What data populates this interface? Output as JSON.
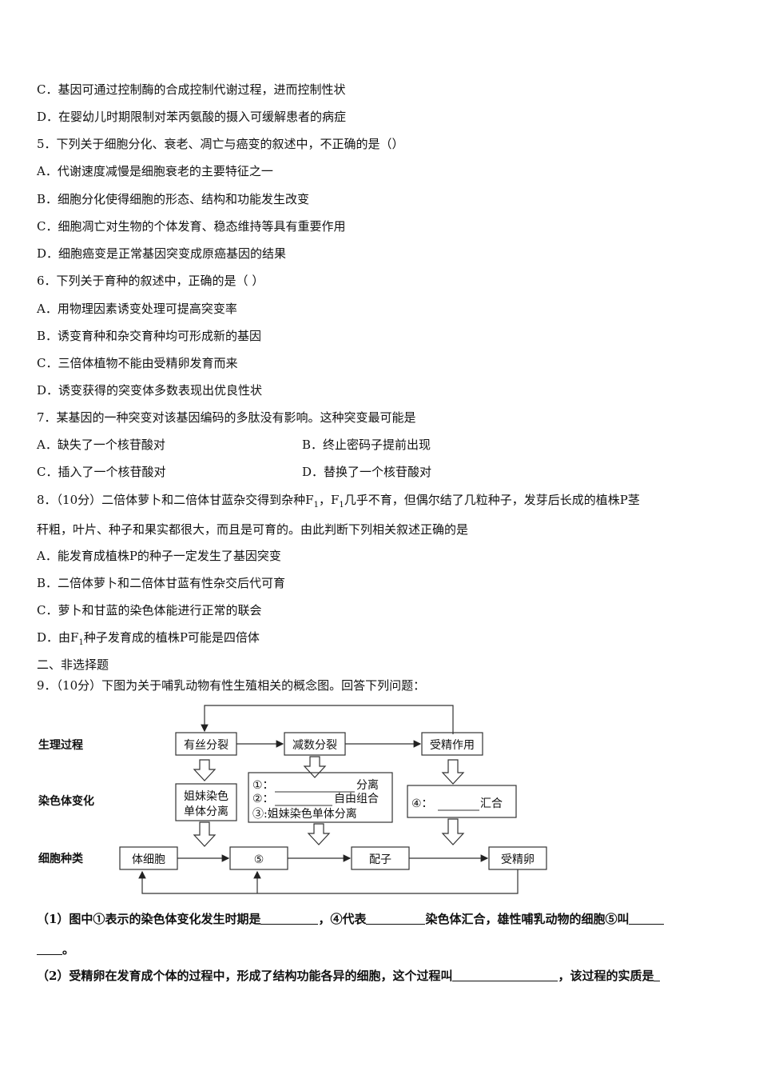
{
  "q4_tail": {
    "C": "C．基因可通过控制酶的合成控制代谢过程，进而控制性状",
    "D": "D．在婴幼儿时期限制对苯丙氨酸的摄入可缓解患者的病症"
  },
  "q5": {
    "stem": "5．下列关于细胞分化、衰老、凋亡与癌变的叙述中，不正确的是（）",
    "A": "A．代谢速度减慢是细胞衰老的主要特征之一",
    "B": "B．细胞分化使得细胞的形态、结构和功能发生改变",
    "C": "C．细胞凋亡对生物的个体发育、稳态维持等具有重要作用",
    "D": "D．细胞癌变是正常基因突变成原癌基因的结果"
  },
  "q6": {
    "stem": "6．下列关于育种的叙述中，正确的是（  ）",
    "A": "A．用物理因素诱变处理可提高突变率",
    "B": "B．诱变育种和杂交育种均可形成新的基因",
    "C": "C．三倍体植物不能由受精卵发育而来",
    "D": "D．诱变获得的突变体多数表现出优良性状"
  },
  "q7": {
    "stem": "7．某基因的一种突变对该基因编码的多肽没有影响。这种突变最可能是",
    "A": "A．缺失了一个核苷酸对",
    "B": "B．终止密码子提前出现",
    "C": "C．插入了一个核苷酸对",
    "D": "D．替换了一个核苷酸对"
  },
  "q8": {
    "num": "8．（10分）",
    "stem_a": "二倍体萝卜和二倍体甘蓝杂交得到杂种F",
    "sub1": "1",
    "stem_b": "，F",
    "sub2": "1",
    "stem_c": "几乎不育，但偶尔结了几粒种子，发芽后长成的植株P茎",
    "stem2": "秆粗，叶片、种子和果实都很大，而且是可育的。由此判断下列相关叙述正确的是",
    "A": "A．能发育成植株P的种子一定发生了基因突变",
    "B": "B．二倍体萝卜和二倍体甘蓝有性杂交后代可育",
    "C": "C．萝卜和甘蓝的染色体能进行正常的联会",
    "D_a": "D．由F",
    "D_sub": "1",
    "D_b": "种子发育成的植株P可能是四倍体"
  },
  "section2": "二、非选择题",
  "q9": {
    "stem": "9．（10分）下图为关于哺乳动物有性生殖相关的概念图。回答下列问题：",
    "diagram": {
      "row_labels": [
        "生理过程",
        "染色体变化",
        "细胞种类"
      ],
      "process": [
        "有丝分裂",
        "减数分裂",
        "受精作用"
      ],
      "mitosis_change": [
        "姐妹染色",
        "单体分离"
      ],
      "meiosis_change": [
        "①：",
        "分离",
        "②：",
        "自由组合",
        "③:姐妹染色单体分离"
      ],
      "fert_change": [
        "④：",
        "汇合"
      ],
      "cells": [
        "体细胞",
        "⑤",
        "配子",
        "受精卵"
      ]
    },
    "sub1_a": "（1）图中①表示的染色体变化发生时期是",
    "sub1_b": "，④代表",
    "sub1_c": "染色体汇合，雄性哺乳动物的细胞⑤叫",
    "sub1_d": "。",
    "sub2_a": "（2）受精卵在发育成个体的过程中，形成了结构功能各异的细胞，这个过程叫",
    "sub2_b": "，该过程的实质是"
  }
}
